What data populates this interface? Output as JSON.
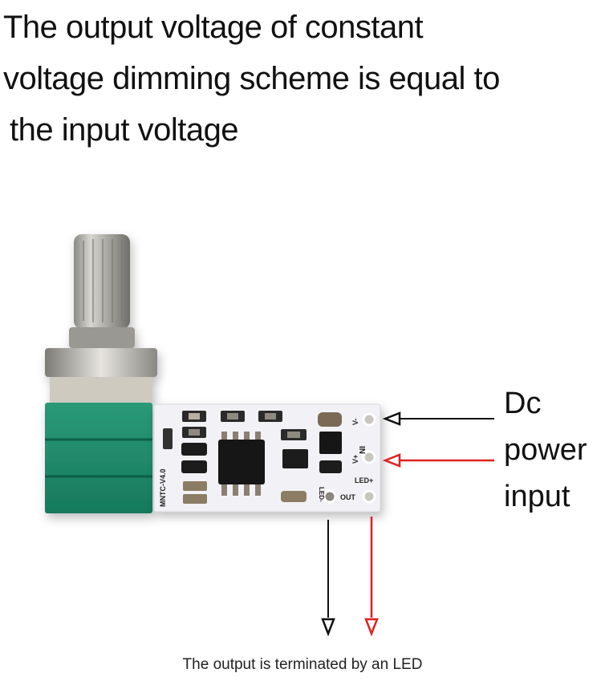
{
  "headline": {
    "lines": [
      "The output voltage of constant",
      "voltage dimming scheme is equal to",
      "the input voltage"
    ]
  },
  "power_label": {
    "lines": [
      "Dc",
      "power",
      "input"
    ]
  },
  "caption": "The output is terminated by an LED",
  "board": {
    "model_marking": "MNTC-V4.0",
    "pins": {
      "v_minus": "V-",
      "in": "IN",
      "v_plus": "V+",
      "led_plus": "LED+",
      "out": "OUT",
      "led_minus": "LED-"
    }
  },
  "arrows": [
    {
      "name": "negative-input-arrow",
      "color": "#111111",
      "direction": "left",
      "target": "V-"
    },
    {
      "name": "positive-input-arrow",
      "color": "#e02020",
      "direction": "left",
      "target": "V+"
    },
    {
      "name": "led-negative-output-arrow",
      "color": "#111111",
      "direction": "down",
      "source": "LED-"
    },
    {
      "name": "led-positive-output-arrow",
      "color": "#e02020",
      "direction": "down",
      "source": "LED+"
    }
  ],
  "colors": {
    "pot_housing": "#1f8a6a",
    "pcb": "#f2f2f6",
    "negative_wire": "#111111",
    "positive_wire": "#e02020"
  }
}
